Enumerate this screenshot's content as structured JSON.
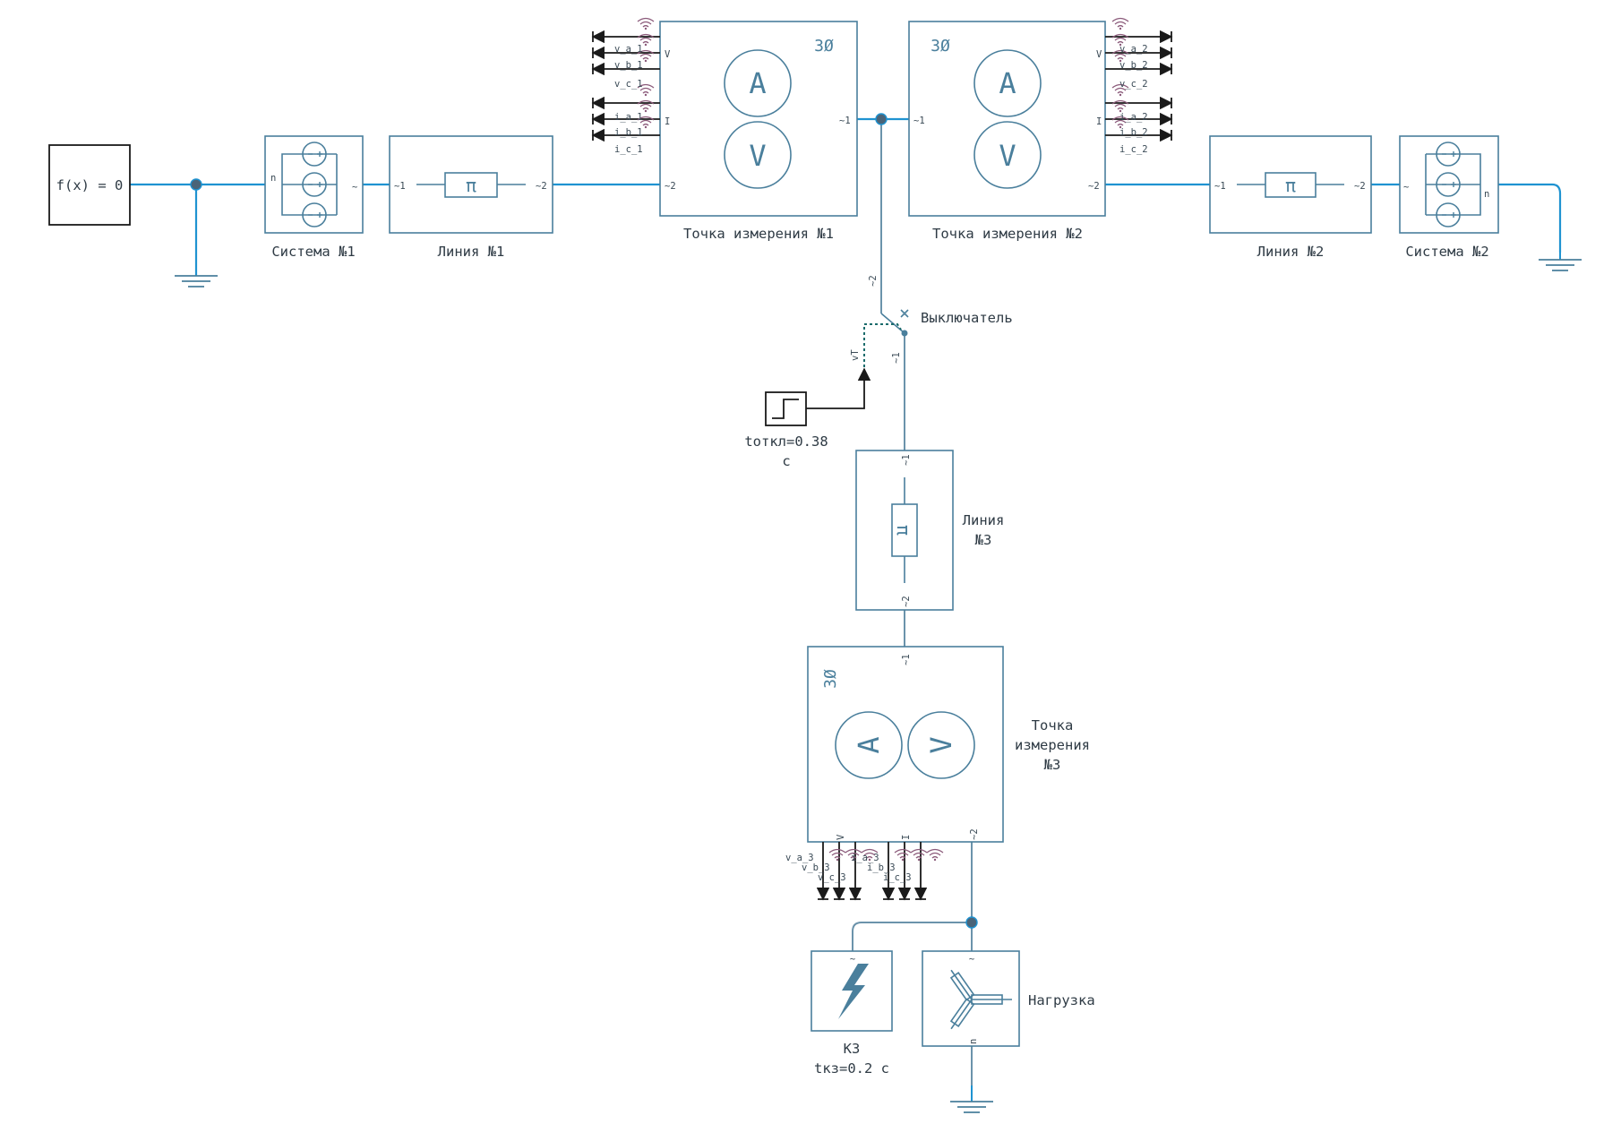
{
  "function_block": {
    "expr": "f(x) = 0"
  },
  "system1": {
    "label": "Система №1",
    "port_n": "n",
    "port_ac": "~"
  },
  "line1": {
    "label": "Линия №1",
    "symbol": "π",
    "port1": "~1",
    "port2": "~2"
  },
  "meter1": {
    "label": "Точка измерения №1",
    "phase": "3Ø",
    "port_v": "V",
    "port_i": "I",
    "port_left": "~2",
    "port_right": "~1",
    "signals": [
      "v_a_1",
      "v_b_1",
      "v_c_1",
      "i_a_1",
      "i_b_1",
      "i_c_1"
    ]
  },
  "meter2": {
    "label": "Точка измерения №2",
    "phase": "3Ø",
    "port_v": "V",
    "port_i": "I",
    "port_left": "~1",
    "port_right": "~2",
    "signals": [
      "v_a_2",
      "v_b_2",
      "v_c_2",
      "i_a_2",
      "i_b_2",
      "i_c_2"
    ]
  },
  "line2": {
    "label": "Линия №2",
    "symbol": "π",
    "port1": "~1",
    "port2": "~2"
  },
  "system2": {
    "label": "Система №2",
    "port_n": "n",
    "port_ac": "~"
  },
  "breaker": {
    "label": "Выключатель",
    "port_top": "~2",
    "port_bottom": "~1",
    "port_ctrl": "vT"
  },
  "step": {
    "label_line1": "tоткл=0.38",
    "label_line2": "с"
  },
  "line3": {
    "label_line1": "Линия",
    "label_line2": "№3",
    "symbol": "π",
    "port1": "~1",
    "port2": "~2"
  },
  "meter3": {
    "label_line1": "Точка",
    "label_line2": "измерения",
    "label_line3": "№3",
    "phase": "3Ø",
    "port_top": "~1",
    "port_bottom": "~2",
    "port_v": "V",
    "port_i": "I",
    "signals": [
      "v_a_3",
      "v_b_3",
      "v_c_3",
      "i_a_3",
      "i_b_3",
      "i_c_3"
    ]
  },
  "fault": {
    "label_line1": "КЗ",
    "label_line2": "tкз=0.2 с",
    "port": "~"
  },
  "load": {
    "label": "Нагрузка",
    "port_top": "~",
    "port_n": "n"
  },
  "colors": {
    "wire": "#1f93d1",
    "block": "#4a7f9c",
    "signal": "#1a1a1a",
    "wifi": "#8b5a7a"
  }
}
